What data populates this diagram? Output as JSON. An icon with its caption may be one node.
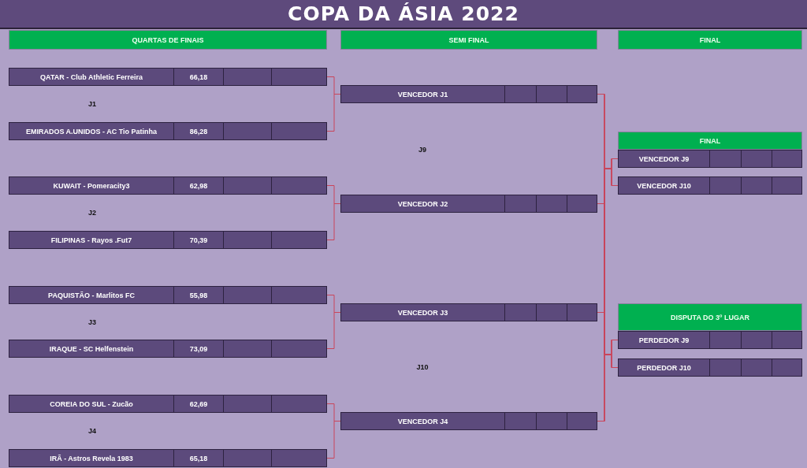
{
  "diagram": {
    "title": "COPA DA ÁSIA 2022",
    "nodes": [
      {
        "text": [
          "QUARTAS DE FINAIS"
        ]
      },
      {
        "text": [
          "SEMI FINAL"
        ]
      },
      {
        "text": [
          "FINAL"
        ]
      },
      {
        "text": [
          "QATAR - Club Athletic Ferreira",
          "66,18"
        ]
      },
      {
        "text": [
          "EMIRADOS A.UNIDOS - AC Tio Patinha",
          "86,28"
        ]
      },
      {
        "text": [
          "KUWAIT - Pomeracity3",
          "62,98"
        ]
      },
      {
        "text": [
          "FILIPINAS - Rayos .Fut7",
          "70,39"
        ]
      },
      {
        "text": [
          "PAQUISTÃO - Marlitos FC",
          "55,98"
        ]
      },
      {
        "text": [
          "IRAQUE - SC Helfenstein",
          "73,09"
        ]
      },
      {
        "text": [
          "COREIA DO SUL - Zucão",
          "62,69"
        ]
      },
      {
        "text": [
          "IRÃ - Astros Revela 1983",
          "65,18"
        ]
      },
      {
        "text": [
          "VENCEDOR J1"
        ]
      },
      {
        "text": [
          "VENCEDOR J2"
        ]
      },
      {
        "text": [
          "VENCEDOR J3"
        ]
      },
      {
        "text": [
          "VENCEDOR J4"
        ]
      },
      {
        "text": [
          "FINAL"
        ]
      },
      {
        "text": [
          "VENCEDOR J9"
        ]
      },
      {
        "text": [
          "VENCEDOR J10"
        ]
      },
      {
        "text": [
          "DISPUTA DO 3º LUGAR"
        ]
      },
      {
        "text": [
          "PERDEDOR J9"
        ]
      },
      {
        "text": [
          "PERDEDOR J10"
        ]
      }
    ],
    "edges": [
      {
        "from": 3,
        "to": 11,
        "arrow": "none"
      },
      {
        "from": 4,
        "to": 11,
        "arrow": "none"
      },
      {
        "from": 5,
        "to": 12,
        "arrow": "none"
      },
      {
        "from": 6,
        "to": 12,
        "arrow": "none"
      },
      {
        "from": 7,
        "to": 13,
        "arrow": "none"
      },
      {
        "from": 8,
        "to": 13,
        "arrow": "none"
      },
      {
        "from": 9,
        "to": 14,
        "arrow": "none"
      },
      {
        "from": 10,
        "to": 14,
        "arrow": "none"
      },
      {
        "from": 11,
        "to": 16,
        "arrow": "none"
      },
      {
        "from": 11,
        "to": 17,
        "arrow": "none"
      },
      {
        "from": 11,
        "to": 19,
        "arrow": "none"
      },
      {
        "from": 11,
        "to": 20,
        "arrow": "none"
      },
      {
        "from": 12,
        "to": 16,
        "arrow": "none"
      },
      {
        "from": 12,
        "to": 17,
        "arrow": "none"
      },
      {
        "from": 12,
        "to": 19,
        "arrow": "none"
      },
      {
        "from": 12,
        "to": 20,
        "arrow": "none"
      },
      {
        "from": 13,
        "to": 16,
        "arrow": "none"
      },
      {
        "from": 13,
        "to": 17,
        "arrow": "none"
      },
      {
        "from": 13,
        "to": 19,
        "arrow": "none"
      },
      {
        "from": 13,
        "to": 20,
        "arrow": "none"
      },
      {
        "from": 14,
        "to": 16,
        "arrow": "none"
      },
      {
        "from": 14,
        "to": 17,
        "arrow": "none"
      },
      {
        "from": 14,
        "to": 19,
        "arrow": "none"
      },
      {
        "from": 14,
        "to": 20,
        "arrow": "none"
      }
    ],
    "labels": [
      "J1",
      "J2",
      "J3",
      "J4",
      "J9",
      "J10"
    ]
  }
}
